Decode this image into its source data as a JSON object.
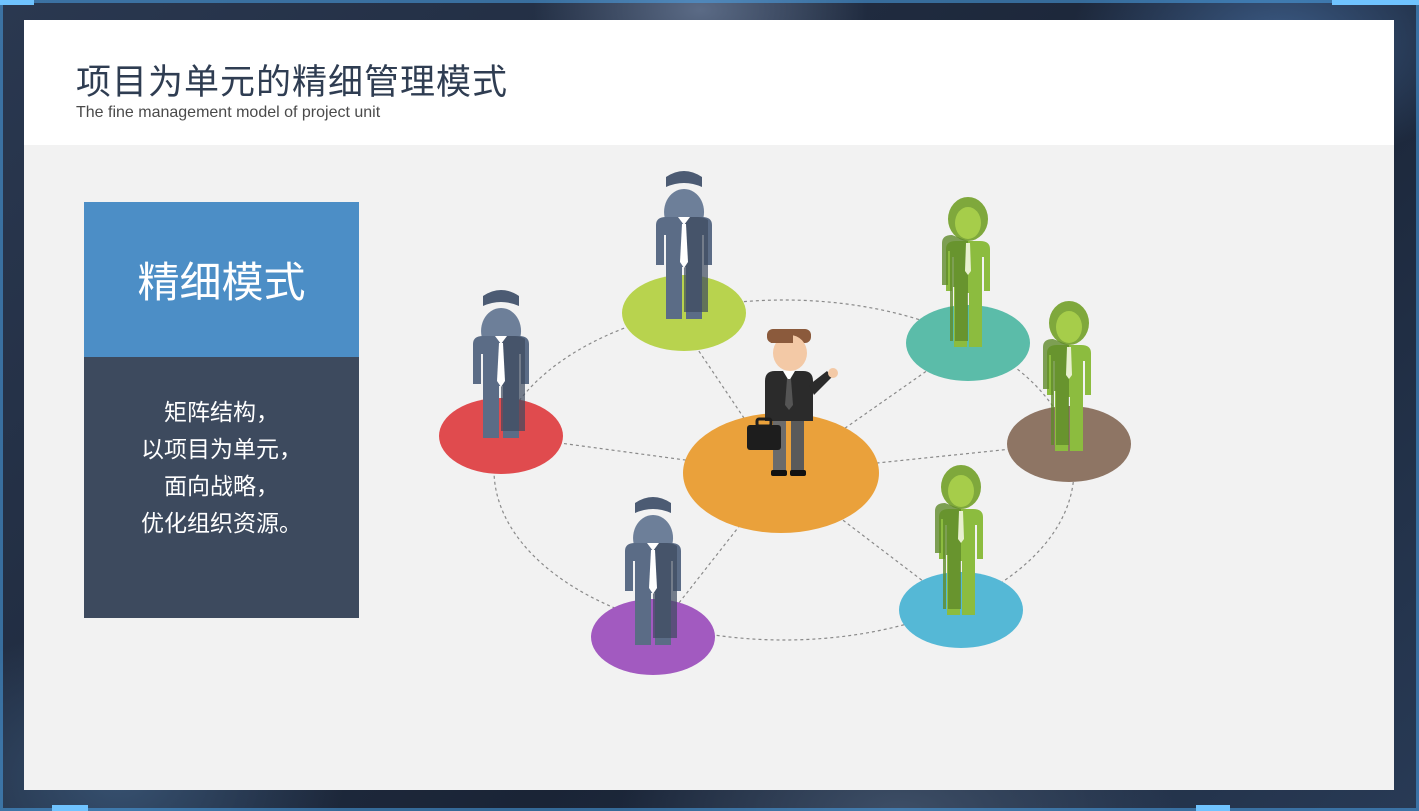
{
  "header": {
    "title": "项目为单元的精细管理模式",
    "subtitle": "The fine management model of project unit"
  },
  "card": {
    "heading": "精细模式",
    "lines": [
      "矩阵结构，",
      "以项目为单元，",
      "面向战略，",
      "优化组织资源。"
    ]
  },
  "diagram": {
    "center_node": {
      "role": "manager",
      "color": "#eaa13b"
    },
    "nodes": [
      {
        "role": "man",
        "color": "#b8d34e"
      },
      {
        "role": "man",
        "color": "#e04b4e"
      },
      {
        "role": "man",
        "color": "#a25ac0"
      },
      {
        "role": "woman",
        "color": "#5bbca9"
      },
      {
        "role": "woman",
        "color": "#8e7564"
      },
      {
        "role": "woman",
        "color": "#55b8d6"
      }
    ]
  },
  "colors": {
    "accent_blue": "#4c8ec6",
    "panel_dark": "#3d4a5e",
    "title_text": "#2f3d52"
  }
}
